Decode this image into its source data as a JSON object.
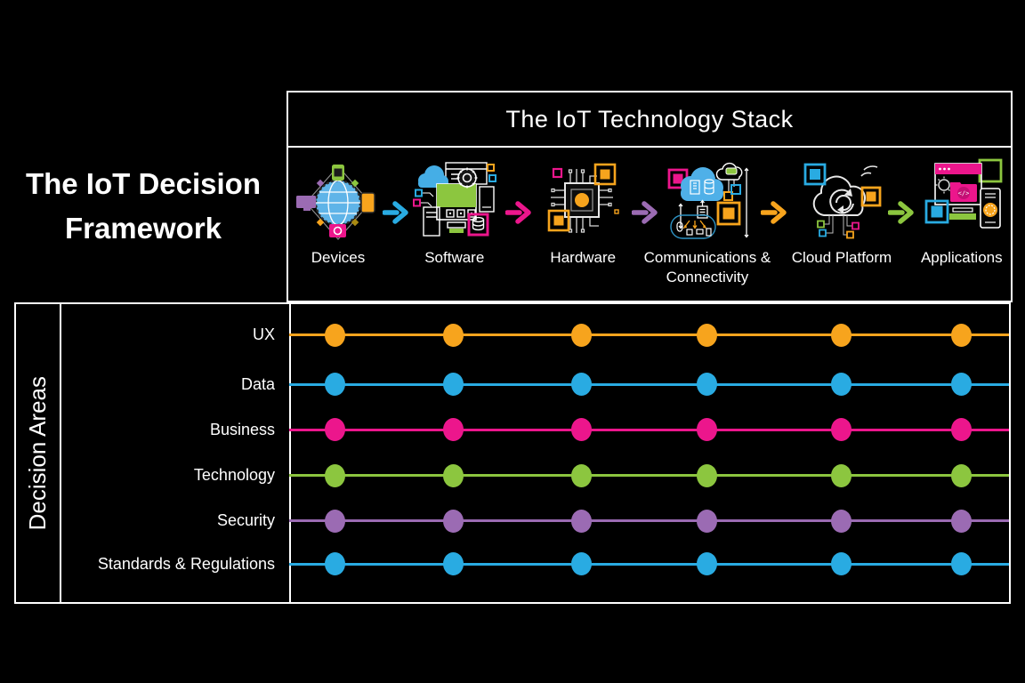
{
  "colors": {
    "background": "#000000",
    "border": "#FFFFFF",
    "orange": "#F7A41D",
    "blue": "#29ABE2",
    "magenta": "#EC168C",
    "green": "#8CC63F",
    "purple": "#9B6BB3"
  },
  "framework_title": {
    "line1": "The IoT Decision",
    "line2": "Framework"
  },
  "tech_stack": {
    "title": "The IoT Technology Stack",
    "stages": [
      {
        "label": "Devices"
      },
      {
        "label": "Software"
      },
      {
        "label": "Hardware"
      },
      {
        "label": "Communications & Connectivity"
      },
      {
        "label": "Cloud Platform"
      },
      {
        "label": "Applications"
      }
    ],
    "arrow_colors": [
      "#29ABE2",
      "#EC168C",
      "#9B6BB3",
      "#F7A41D",
      "#8CC63F"
    ]
  },
  "decision_matrix": {
    "axis_label": "Decision Areas",
    "columns": [
      "Devices",
      "Software",
      "Hardware",
      "Communications & Connectivity",
      "Cloud Platform",
      "Applications"
    ],
    "rows": [
      {
        "label": "UX",
        "color": "#F7A41D",
        "dots": 6
      },
      {
        "label": "Data",
        "color": "#29ABE2",
        "dots": 6
      },
      {
        "label": "Business",
        "color": "#EC168C",
        "dots": 6
      },
      {
        "label": "Technology",
        "color": "#8CC63F",
        "dots": 6
      },
      {
        "label": "Security",
        "color": "#9B6BB3",
        "dots": 6
      },
      {
        "label": "Standards & Regulations",
        "color": "#29ABE2",
        "dots": 6
      }
    ]
  }
}
